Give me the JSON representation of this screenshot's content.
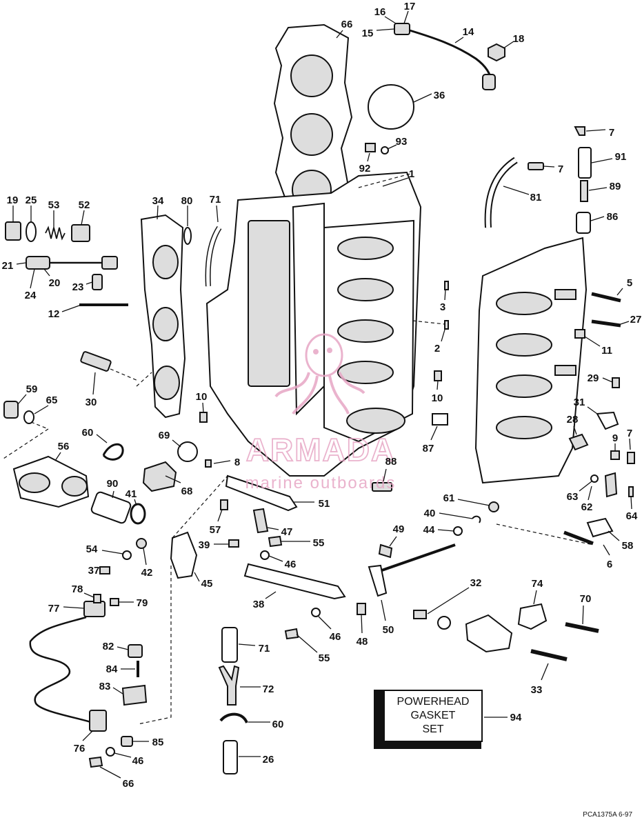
{
  "diagram": {
    "part_numbers": [
      "1",
      "2",
      "3",
      "5",
      "6",
      "7",
      "7",
      "7",
      "8",
      "9",
      "10",
      "10",
      "11",
      "12",
      "14",
      "15",
      "16",
      "17",
      "18",
      "19",
      "20",
      "21",
      "23",
      "24",
      "25",
      "26",
      "27",
      "28",
      "29",
      "30",
      "31",
      "32",
      "33",
      "34",
      "36",
      "37",
      "38",
      "39",
      "40",
      "41",
      "42",
      "44",
      "45",
      "46",
      "46",
      "46",
      "47",
      "48",
      "49",
      "50",
      "51",
      "52",
      "53",
      "54",
      "55",
      "55",
      "56",
      "57",
      "58",
      "59",
      "60",
      "60",
      "61",
      "62",
      "63",
      "64",
      "65",
      "66",
      "66",
      "68",
      "69",
      "70",
      "71",
      "71",
      "72",
      "74",
      "76",
      "77",
      "78",
      "79",
      "80",
      "81",
      "82",
      "83",
      "84",
      "85",
      "86",
      "87",
      "88",
      "89",
      "90",
      "91",
      "92",
      "93",
      "94"
    ],
    "gasket_set_lines": [
      "POWERHEAD",
      "GASKET",
      "SET"
    ],
    "gasket_set_number": "94",
    "reference_code": "PCA1375A  6-97"
  },
  "watermark": {
    "brand": "ARMADA",
    "tagline": "marine outboards",
    "color": "#e7a6c5"
  }
}
